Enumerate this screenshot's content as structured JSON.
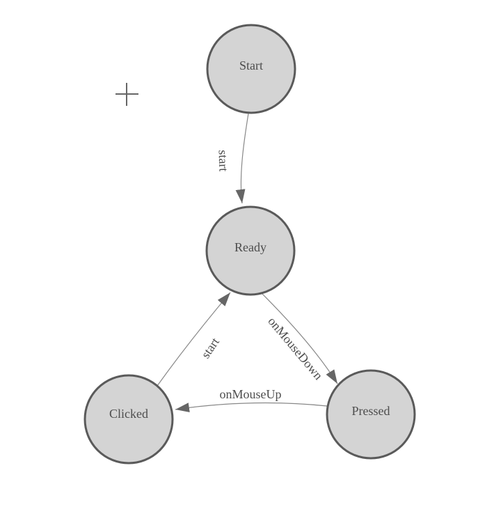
{
  "diagram": {
    "type": "state-machine",
    "colors": {
      "background": "#ffffff",
      "node_fill": "#d4d4d4",
      "node_border": "#5a5a5a",
      "edge": "#888888",
      "arrow": "#666666",
      "text": "#4d4d4d",
      "cursor": "#666666"
    },
    "icons": {
      "crosshair": "crosshair-icon"
    },
    "nodes": [
      {
        "id": "start",
        "label": "Start"
      },
      {
        "id": "ready",
        "label": "Ready"
      },
      {
        "id": "clicked",
        "label": "Clicked"
      },
      {
        "id": "pressed",
        "label": "Pressed"
      }
    ],
    "edges": [
      {
        "from": "Start",
        "to": "Ready",
        "label": "start"
      },
      {
        "from": "Clicked",
        "to": "Ready",
        "label": "start"
      },
      {
        "from": "Ready",
        "to": "Pressed",
        "label": "onMouseDown"
      },
      {
        "from": "Pressed",
        "to": "Clicked",
        "label": "onMouseUp"
      }
    ]
  }
}
